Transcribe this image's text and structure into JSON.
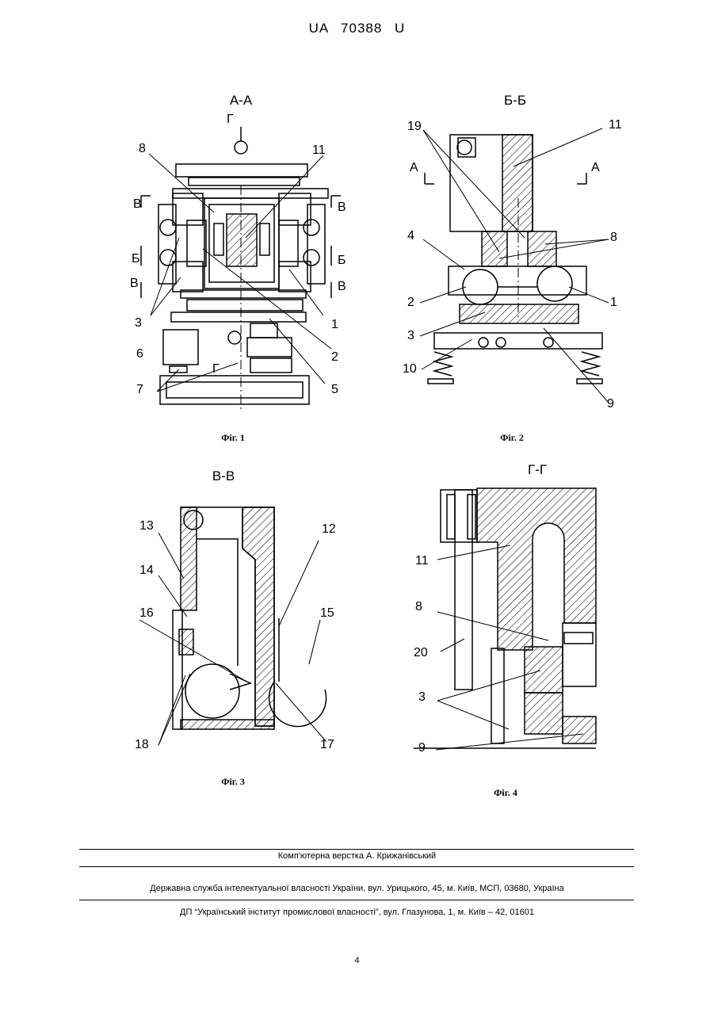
{
  "header": {
    "doc_number": "UA   70388   U"
  },
  "figures": {
    "fig1": {
      "caption": "Фіг. 1",
      "section": "А-А",
      "marks": {
        "g": "Г",
        "b": "Б",
        "v": "В"
      },
      "labels": [
        "8",
        "11",
        "3",
        "1",
        "6",
        "2",
        "7",
        "5"
      ]
    },
    "fig2": {
      "caption": "Фіг. 2",
      "section": "Б-Б",
      "marks": {
        "a": "А"
      },
      "labels": [
        "19",
        "11",
        "4",
        "8",
        "2",
        "1",
        "3",
        "10",
        "9"
      ]
    },
    "fig3": {
      "caption": "Фіг. 3",
      "section": "В-В",
      "labels": [
        "13",
        "12",
        "14",
        "16",
        "15",
        "18",
        "17"
      ]
    },
    "fig4": {
      "caption": "Фіг. 4",
      "section": "Г-Г",
      "labels": [
        "11",
        "8",
        "20",
        "3",
        "9"
      ]
    }
  },
  "footer": {
    "typesetting": "Комп'ютерна верстка А. Крижанівський",
    "agency": "Державна служба інтелектуальної власності України, вул. Урицького, 45, м. Київ, МСП, 03680, Україна",
    "institute": "ДП “Український інститут промислової власності”, вул. Глазунова, 1, м. Київ – 42, 01601",
    "page_number": "4"
  }
}
